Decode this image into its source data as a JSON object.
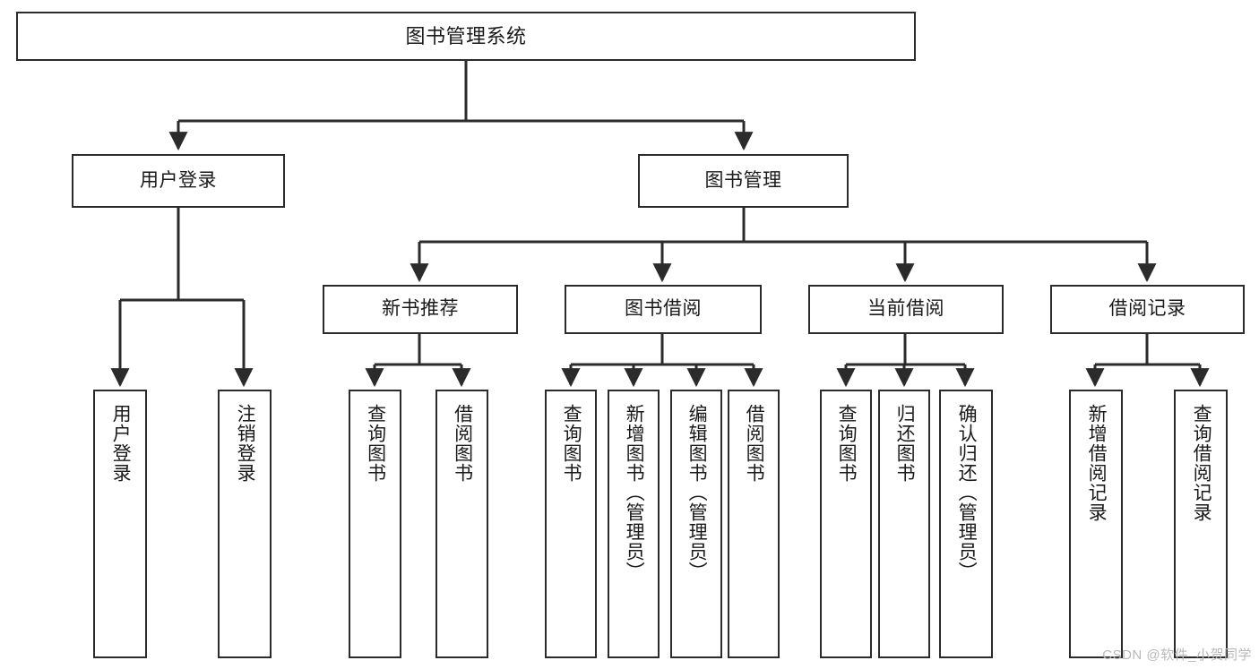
{
  "diagram": {
    "title": "图书管理系统",
    "type": "tree-hierarchy-diagram",
    "orientation": "top-down",
    "colors": {
      "box_border": "#2b2b2b",
      "box_fill": "#ffffff",
      "connector": "#2b2b2b",
      "text": "#1a1a1a",
      "watermark": "#b9b9b9",
      "background": "#ffffff"
    },
    "levels": {
      "root": {
        "label": "图书管理系统"
      },
      "level1": [
        {
          "label": "用户登录"
        },
        {
          "label": "图书管理"
        }
      ],
      "level2": [
        {
          "label": "新书推荐"
        },
        {
          "label": "图书借阅"
        },
        {
          "label": "当前借阅"
        },
        {
          "label": "借阅记录"
        }
      ],
      "leaves": {
        "user_login": [
          {
            "label": "用户登录"
          },
          {
            "label": "注销登录"
          }
        ],
        "new_book_recommend": [
          {
            "label": "查询图书"
          },
          {
            "label": "借阅图书"
          }
        ],
        "book_borrow": [
          {
            "label": "查询图书"
          },
          {
            "label": "新增图书（管理员）"
          },
          {
            "label": "编辑图书（管理员）"
          },
          {
            "label": "借阅图书"
          }
        ],
        "current_borrow": [
          {
            "label": "查询图书"
          },
          {
            "label": "归还图书"
          },
          {
            "label": "确认归还（管理员）"
          }
        ],
        "borrow_record": [
          {
            "label": "新增借阅记录"
          },
          {
            "label": "查询借阅记录"
          }
        ]
      }
    },
    "watermark": "CSDN @软件_小贺同学"
  }
}
